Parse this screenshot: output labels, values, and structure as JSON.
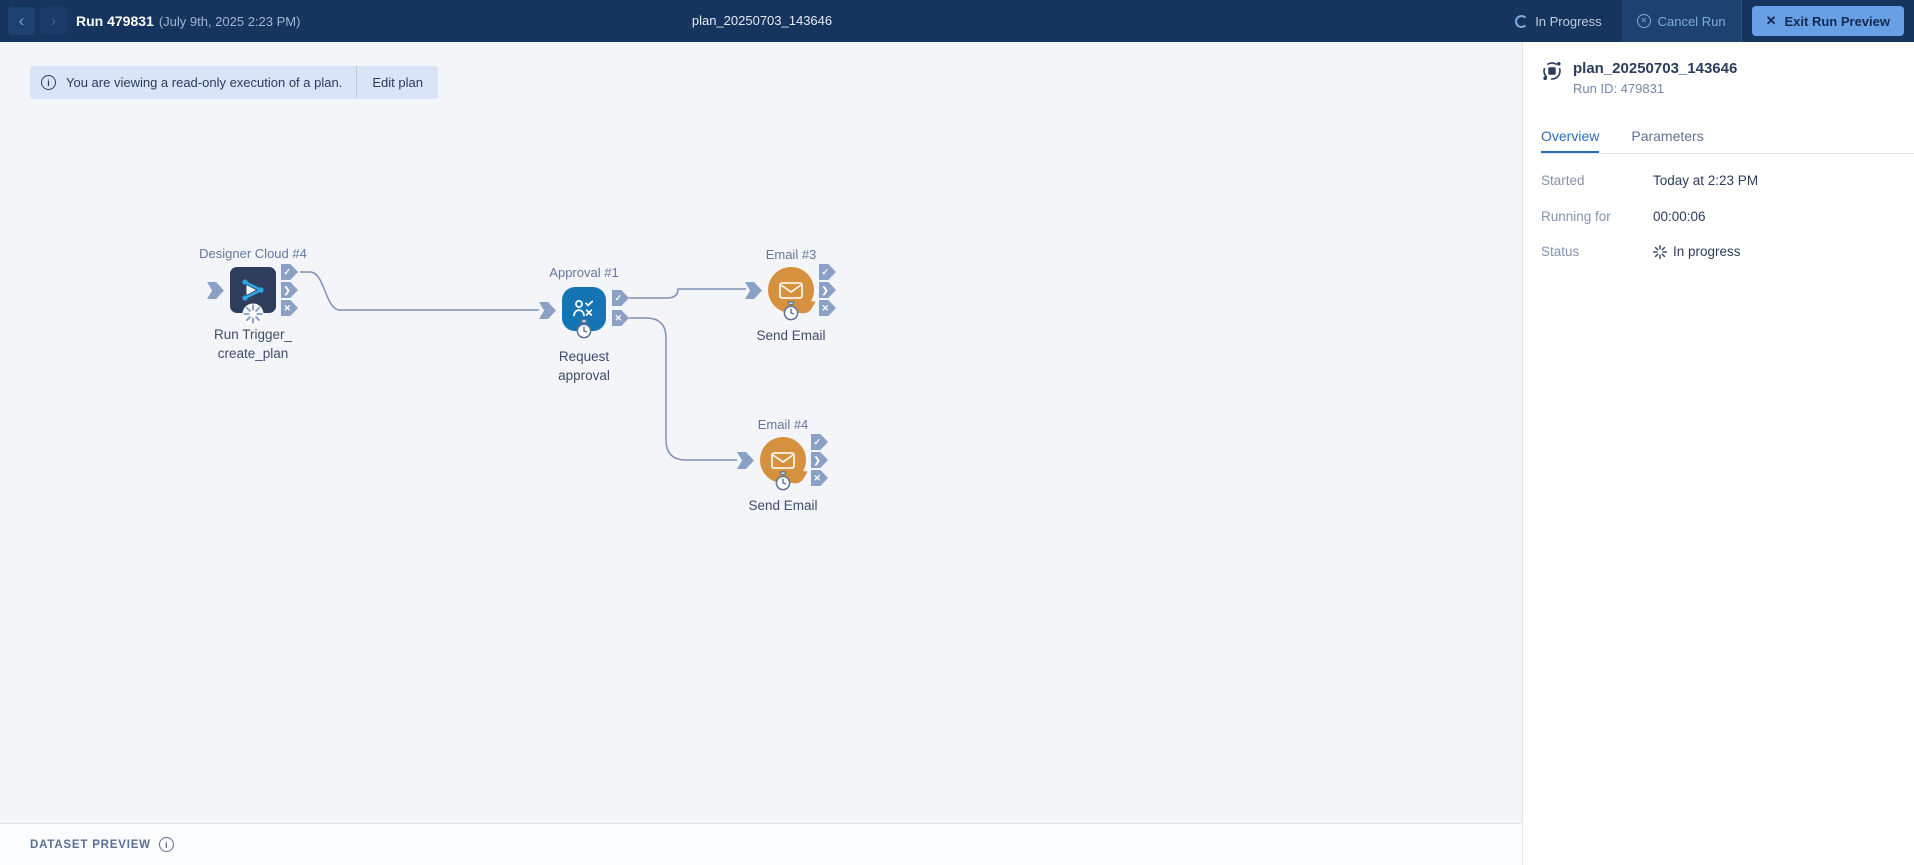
{
  "topbar": {
    "run_title": "Run 479831",
    "run_date": "(July 9th, 2025 2:23 PM)",
    "plan_title": "plan_20250703_143646",
    "status_label": "In Progress",
    "cancel_label": "Cancel Run",
    "exit_label": "Exit Run Preview"
  },
  "banner": {
    "message": "You are viewing a read-only execution of a plan.",
    "action": "Edit plan"
  },
  "canvas": {
    "nodes": [
      {
        "type_label": "Designer Cloud #4",
        "name": "Run Trigger_create_plan",
        "kind": "designer-cloud",
        "status": "running"
      },
      {
        "type_label": "Approval #1",
        "name": "Request approval",
        "kind": "approval",
        "status": "pending"
      },
      {
        "type_label": "Email #3",
        "name": "Send Email",
        "kind": "email",
        "status": "pending"
      },
      {
        "type_label": "Email #4",
        "name": "Send Email",
        "kind": "email",
        "status": "pending"
      }
    ],
    "edges": [
      {
        "from": "Designer Cloud #4 (success)",
        "to": "Approval #1"
      },
      {
        "from": "Approval #1 (approved)",
        "to": "Email #3"
      },
      {
        "from": "Approval #1 (rejected)",
        "to": "Email #4"
      }
    ]
  },
  "panel": {
    "title": "plan_20250703_143646",
    "run_id": "Run ID: 479831",
    "tabs": [
      {
        "label": "Overview"
      },
      {
        "label": "Parameters"
      }
    ],
    "rows": [
      {
        "label": "Started",
        "value": "Today at 2:23 PM"
      },
      {
        "label": "Running for",
        "value": "00:00:06"
      },
      {
        "label": "Status",
        "value": "In progress"
      }
    ]
  },
  "footer": {
    "label": "DATASET PREVIEW"
  },
  "icons": {
    "back": "‹",
    "forward": "›",
    "close": "✕",
    "check": "✓",
    "chevron": "❯",
    "fail": "✕",
    "info": "i"
  },
  "colors": {
    "topbar_bg": "#15345e",
    "accent_blue": "#2b6cb8",
    "exit_btn": "#68a0e6",
    "node_navy": "#2f3e5c",
    "node_blue": "#1474b4",
    "node_orange": "#d6913f",
    "connector": "#8ba0c5",
    "edge": "#7e90b3",
    "banner_bg": "#d8e5f6",
    "canvas_bg": "#f4f5f9"
  }
}
